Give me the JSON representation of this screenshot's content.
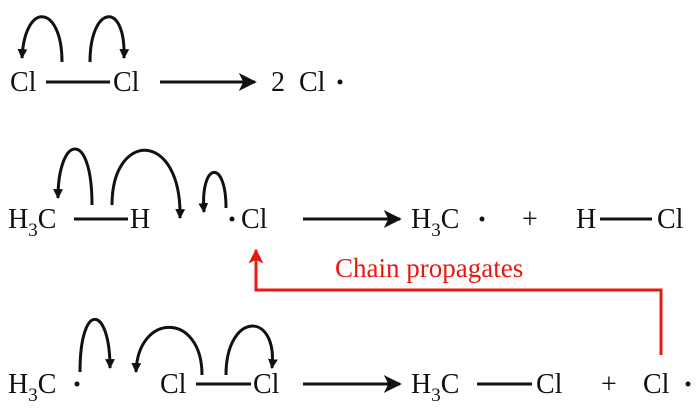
{
  "diagram": {
    "title": "",
    "colors": {
      "ink": "#111111",
      "accent": "#e8180f"
    },
    "reactions": [
      {
        "id": "initiation",
        "left": {
          "atom1": "Cl",
          "atom2": "Cl"
        },
        "product": {
          "coef": "2",
          "atom": "Cl"
        }
      },
      {
        "id": "propagation-1",
        "left": {
          "h3": "H",
          "h3_sub": "3",
          "c": "C",
          "h": "H",
          "cl": "Cl"
        },
        "product1": {
          "h3": "H",
          "h3_sub": "3",
          "c": "C"
        },
        "plus": "+",
        "product2": {
          "h": "H",
          "cl": "Cl"
        }
      },
      {
        "id": "propagation-2",
        "left": {
          "h3": "H",
          "h3_sub": "3",
          "c": "C",
          "cl1": "Cl",
          "cl2": "Cl"
        },
        "product1": {
          "h3": "H",
          "h3_sub": "3",
          "c": "C",
          "cl": "Cl"
        },
        "plus": "+",
        "product2": {
          "cl": "Cl"
        }
      }
    ],
    "loop_label": "Chain propagates"
  }
}
